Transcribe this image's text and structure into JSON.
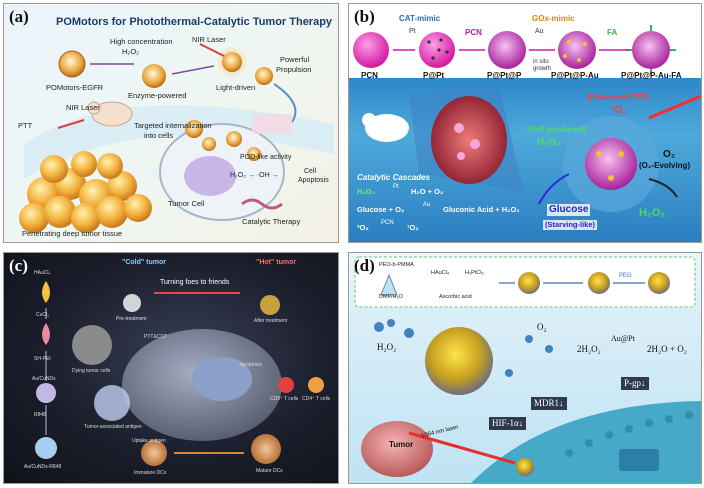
{
  "panel_a": {
    "tag": "(a)",
    "title": "POMotors for Photothermal-Catalytic Tumor Therapy",
    "high_conc": "High concentration",
    "h2o2": "H₂O₂",
    "nir1": "NIR Laser",
    "powerful": "Powerful",
    "propulsion": "Propulsion",
    "pomotors": "POMotors-EGFR",
    "enzyme": "Enzyme-powered",
    "light": "Light-driven",
    "nir2": "NIR Laser",
    "ptt": "PTT",
    "targeted": "Targeted internalization",
    "into_cells": "into cells",
    "pod": "POD-like activity",
    "reaction": "H₂O₂ → ·OH →",
    "cell": "Cell",
    "apoptosis": "Apoptosis",
    "tumor_cell": "Tumor Cell",
    "catalytic": "Catalytic Therapy",
    "penetrating": "Penetrating deep tumor tissue"
  },
  "panel_b": {
    "tag": "(b)",
    "cat_mimic": "CAT-mimic",
    "pt": "Pt",
    "pcn_top": "PCN",
    "gox_mimic": "GOx-mimic",
    "au": "Au",
    "insitu": "in situ",
    "growth": "growth",
    "fa": "FA",
    "s1": "PCN",
    "s2": "P@Pt",
    "s3": "P@Pt@P",
    "s4": "P@Pt@P-Au",
    "s5": "P@Pt@P-Au-FA",
    "enhanced": "(Enhanced PDT)",
    "o1": "¹O₂",
    "self": "(Self-produced)",
    "h2o2a": "H₂O₂",
    "o2": "O₂",
    "evolving": "(O₂-Evolving)",
    "cascades": "Catalytic Cascades",
    "eq1a": "H₂O₂",
    "eq1cat": "Pt",
    "eq1b": "H₂O + O₂",
    "eq2a": "Glucose + O₂",
    "eq2cat": "Au",
    "eq2b": "Gluconic Acid + H₂O₂",
    "eq3a": "³O₂",
    "eq3cat": "PCN",
    "eq3b": "¹O₂",
    "glucose": "Glucose",
    "starving": "(Starving-like)",
    "h2o2b": "H₂O₂"
  },
  "panel_c": {
    "tag": "(c)",
    "cold": "\"Cold\" tumor",
    "hot": "\"Hot\" tumor",
    "turning": "Turning foes to friends",
    "haucl4": "HAuCl₄",
    "cucl2": "CuCl₂",
    "shpei": "SH-PEI",
    "aucu": "Au/CuNDs",
    "r848": "R848",
    "aucur": "Au/CuNDs-R848",
    "pre": "Pre-treatment",
    "after": "After treatment",
    "pttcdt": "PTT&CDT",
    "dying": "Dying tumor cells",
    "taa": "Tumor-associated antigen",
    "immature": "Immature DCs",
    "mature": "Mature DCs",
    "cd8": "CD8⁺ T cells",
    "cd4": "CD4⁺ T cells",
    "uptake": "Uptake antigen",
    "apoptosis": "Apoptosis"
  },
  "panel_d": {
    "tag": "(d)",
    "peo": "PEO-b-PMMA",
    "dmf": "DMF/H₂O",
    "haucl4": "HAuCl₄",
    "h2ptcl6": "H₂PtCl₆",
    "ascorbic": "Ascorbic acid",
    "peg": "PEG",
    "h2o2": "H₂O₂",
    "o2": "O₂",
    "eq_left": "2H₂O₂",
    "eq_cat": "Au@Pt",
    "eq_right": "2H₂O + O₂",
    "pgp": "P-gp↓",
    "mdr1": "MDR1↓",
    "hif": "HIF-1α↓",
    "laser": "1064 nm laser",
    "tumor": "Tumor"
  }
}
